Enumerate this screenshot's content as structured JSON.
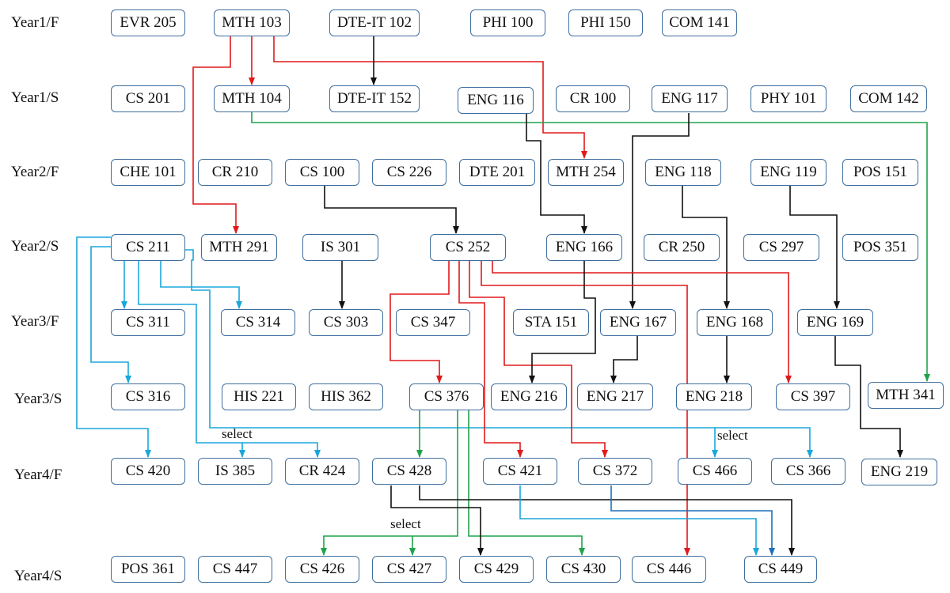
{
  "rows": {
    "y1f": "Year1/F",
    "y1s": "Year1/S",
    "y2f": "Year2/F",
    "y2s": "Year2/S",
    "y3f": "Year3/F",
    "y3s": "Year3/S",
    "y4f": "Year4/F",
    "y4s": "Year4/S"
  },
  "courses": {
    "evr205": "EVR 205",
    "mth103": "MTH 103",
    "dteit102": "DTE-IT 102",
    "phi100": "PHI 100",
    "phi150": "PHI 150",
    "com141": "COM 141",
    "cs201": "CS 201",
    "mth104": "MTH 104",
    "dteit152": "DTE-IT 152",
    "eng116": "ENG 116",
    "cr100": "CR 100",
    "eng117": "ENG 117",
    "phy101": "PHY 101",
    "com142": "COM 142",
    "che101": "CHE 101",
    "cr210": "CR 210",
    "cs100": "CS 100",
    "cs226": "CS 226",
    "dte201": "DTE 201",
    "mth254": "MTH 254",
    "eng118": "ENG 118",
    "eng119": "ENG 119",
    "pos151": "POS 151",
    "cs211": "CS 211",
    "mth291": "MTH 291",
    "is301": "IS 301",
    "cs252": "CS 252",
    "eng166": "ENG 166",
    "cr250": "CR 250",
    "cs297": "CS 297",
    "pos351": "POS 351",
    "cs311": "CS 311",
    "cs314": "CS 314",
    "cs303": "CS 303",
    "cs347": "CS 347",
    "sta151": "STA 151",
    "eng167": "ENG 167",
    "eng168": "ENG 168",
    "eng169": "ENG 169",
    "cs316": "CS 316",
    "his221": "HIS 221",
    "his362": "HIS 362",
    "cs376": "CS 376",
    "eng216": "ENG 216",
    "eng217": "ENG 217",
    "eng218": "ENG 218",
    "cs397": "CS 397",
    "mth341": "MTH 341",
    "cs420": "CS 420",
    "is385": "IS 385",
    "cr424": "CR 424",
    "cs428": "CS 428",
    "cs421": "CS 421",
    "cs372": "CS 372",
    "cs466": "CS 466",
    "cs366": "CS 366",
    "eng219": "ENG 219",
    "pos361": "POS 361",
    "cs447": "CS 447",
    "cs426": "CS 426",
    "cs427": "CS 427",
    "cs429": "CS 429",
    "cs430": "CS 430",
    "cs446": "CS 446",
    "cs449": "CS 449"
  },
  "notes": {
    "select_a": "select",
    "select_b": "select",
    "select_c": "select"
  },
  "colors": {
    "red": "#e0191b",
    "black": "#111111",
    "green": "#1fa34a",
    "cyan": "#1aa7dc",
    "blue": "#1f6fb8",
    "box_border": "#3f6f9e"
  },
  "edges": [
    {
      "from": "MTH 103",
      "to": "MTH 104",
      "color": "red"
    },
    {
      "from": "MTH 103",
      "to": "MTH 291",
      "color": "red"
    },
    {
      "from": "MTH 103",
      "to": "MTH 254",
      "color": "red"
    },
    {
      "from": "DTE-IT 102",
      "to": "DTE-IT 152",
      "color": "black"
    },
    {
      "from": "MTH 104",
      "to": "MTH 341",
      "color": "green"
    },
    {
      "from": "ENG 116",
      "to": "ENG 166",
      "color": "black"
    },
    {
      "from": "ENG 117",
      "to": "ENG 167",
      "color": "black"
    },
    {
      "from": "CS 100",
      "to": "CS 252",
      "color": "black"
    },
    {
      "from": "ENG 118",
      "to": "ENG 168",
      "color": "black"
    },
    {
      "from": "ENG 119",
      "to": "ENG 169",
      "color": "black"
    },
    {
      "from": "IS 301",
      "to": "CS 303",
      "color": "black"
    },
    {
      "from": "CS 211",
      "to": "CS 311",
      "color": "cyan"
    },
    {
      "from": "CS 211",
      "to": "CS 314",
      "color": "cyan"
    },
    {
      "from": "CS 211",
      "to": "CS 316",
      "color": "cyan"
    },
    {
      "from": "CS 211",
      "to": "CS 420",
      "color": "cyan"
    },
    {
      "from": "CS 211",
      "to": "IS 385",
      "color": "cyan"
    },
    {
      "from": "CS 211",
      "to": "CR 424",
      "color": "cyan"
    },
    {
      "from": "CS 211",
      "to": "CS 466",
      "color": "cyan"
    },
    {
      "from": "CS 211",
      "to": "CS 366",
      "color": "cyan"
    },
    {
      "from": "CS 252",
      "to": "CS 376",
      "color": "red"
    },
    {
      "from": "CS 252",
      "to": "CS 421",
      "color": "red"
    },
    {
      "from": "CS 252",
      "to": "CS 372",
      "color": "red"
    },
    {
      "from": "CS 252",
      "to": "CS 446",
      "color": "red"
    },
    {
      "from": "CS 252",
      "to": "CS 397",
      "color": "red"
    },
    {
      "from": "ENG 166",
      "to": "ENG 216",
      "color": "black"
    },
    {
      "from": "ENG 167",
      "to": "ENG 217",
      "color": "black"
    },
    {
      "from": "ENG 168",
      "to": "ENG 218",
      "color": "black"
    },
    {
      "from": "ENG 169",
      "to": "ENG 219",
      "color": "black"
    },
    {
      "from": "CS 376",
      "to": "CS 428",
      "color": "green"
    },
    {
      "from": "CS 376",
      "to": "CS 426",
      "color": "green"
    },
    {
      "from": "CS 376",
      "to": "CS 427",
      "color": "green"
    },
    {
      "from": "CS 376",
      "to": "CS 430",
      "color": "green"
    },
    {
      "from": "CS 428",
      "to": "CS 429",
      "color": "black"
    },
    {
      "from": "CS 428",
      "to": "CS 449",
      "color": "black"
    },
    {
      "from": "CS 421",
      "to": "CS 449",
      "color": "cyan"
    },
    {
      "from": "CS 372",
      "to": "CS 449",
      "color": "blue"
    }
  ]
}
